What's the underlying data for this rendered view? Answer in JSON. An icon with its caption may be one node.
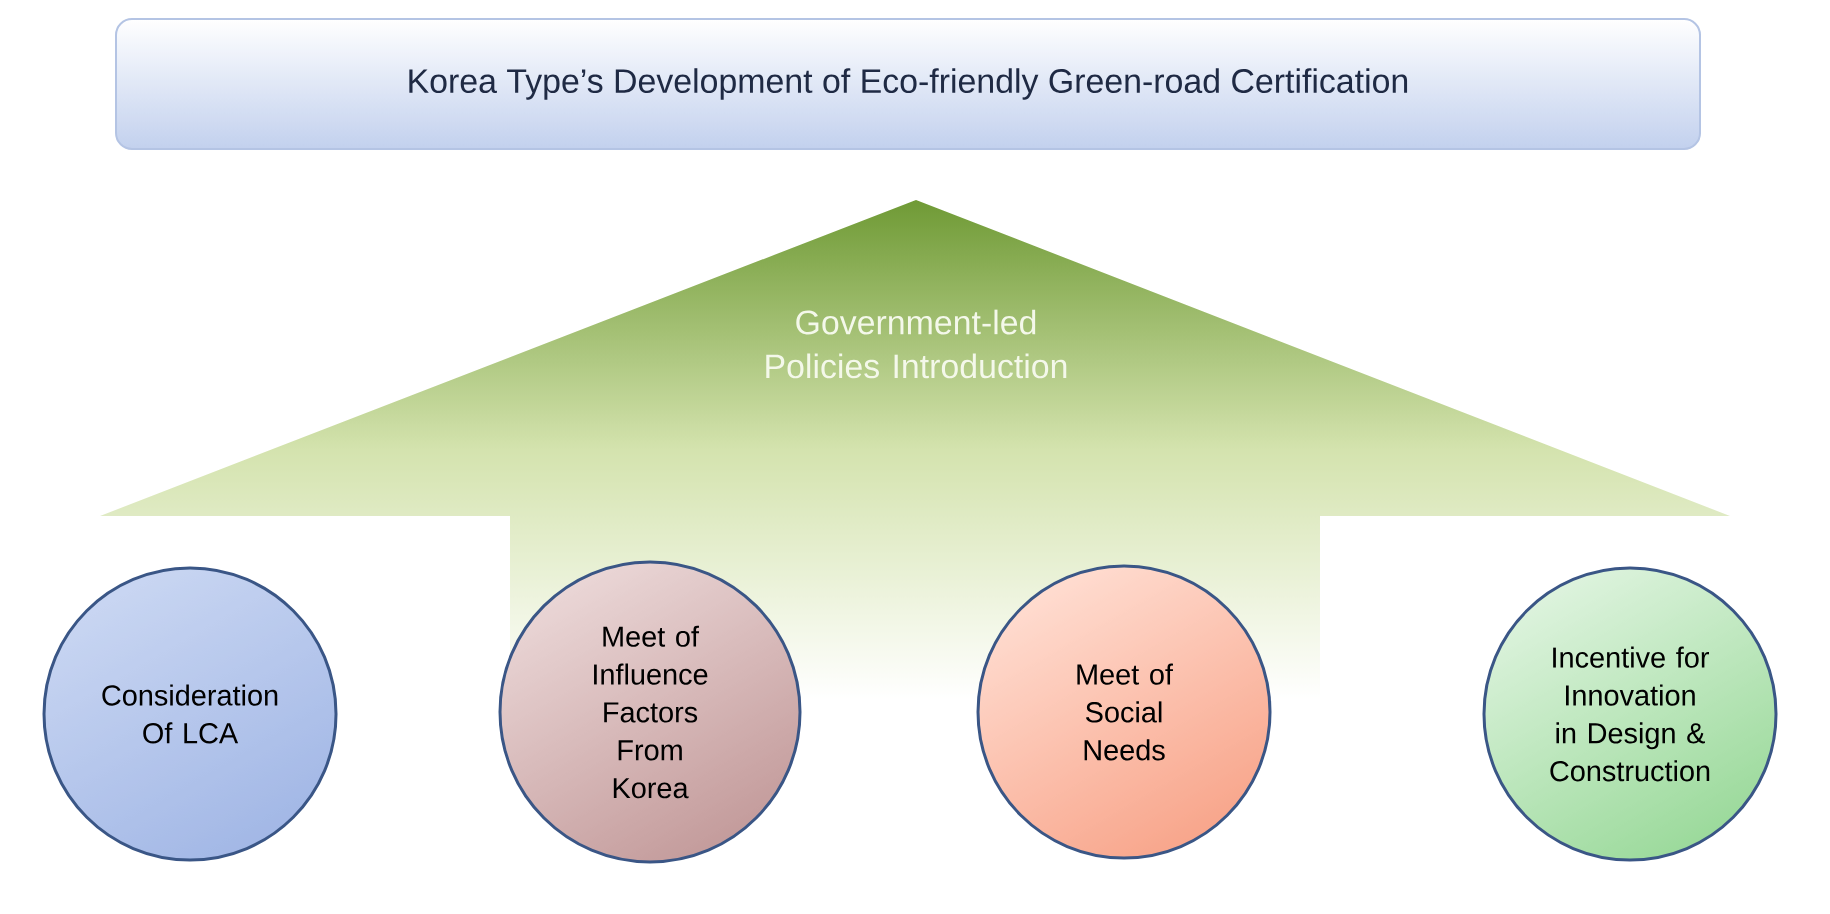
{
  "diagram": {
    "nodes": [
      {
        "text": [
          "Korea Type’s Development of Eco-friendly Green-road Certification"
        ]
      },
      {
        "text": [
          "Government-led Policies Introduction"
        ]
      },
      {
        "text": [
          "Consideration Of LCA"
        ]
      },
      {
        "text": [
          "Meet of Influence Factors From Korea"
        ]
      },
      {
        "text": [
          "Meet of Social Needs"
        ]
      },
      {
        "text": [
          "Incentive for Innovation in Design & Construction"
        ]
      }
    ]
  }
}
